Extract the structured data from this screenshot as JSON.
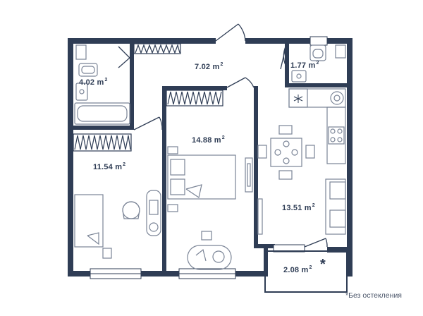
{
  "rooms": [
    {
      "id": "bathroom",
      "area": "4.02",
      "unit": "m"
    },
    {
      "id": "hallway",
      "area": "7.02",
      "unit": "m"
    },
    {
      "id": "toilet",
      "area": "1.77",
      "unit": "m"
    },
    {
      "id": "bedroom-left",
      "area": "11.54",
      "unit": "m"
    },
    {
      "id": "bedroom-center",
      "area": "14.88",
      "unit": "m"
    },
    {
      "id": "kitchen",
      "area": "13.51",
      "unit": "m"
    },
    {
      "id": "balcony",
      "area": "2.08",
      "unit": "m"
    }
  ],
  "unit_exponent": "2",
  "balcony_mark": "*",
  "footnote": "*Без остекления",
  "colors": {
    "wall": "#2f3d55",
    "furniture": "#7a8496",
    "background": "#ffffff"
  }
}
